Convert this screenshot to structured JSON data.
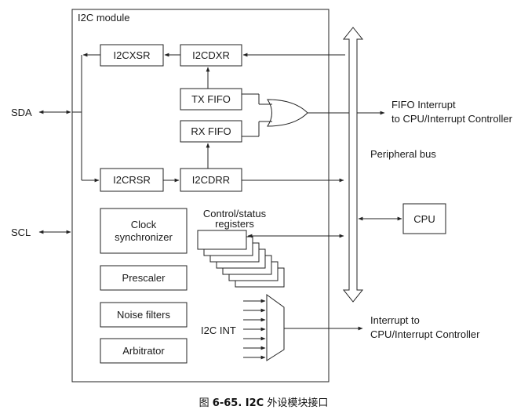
{
  "module": {
    "title": "I2C module"
  },
  "pins": {
    "sda": "SDA",
    "scl": "SCL"
  },
  "blocks": {
    "i2cxsr": "I2CXSR",
    "i2cdxr": "I2CDXR",
    "tx_fifo": "TX FIFO",
    "rx_fifo": "RX FIFO",
    "i2crsr": "I2CRSR",
    "i2cdrr": "I2CDRR",
    "clock_sync_line1": "Clock",
    "clock_sync_line2": "synchronizer",
    "prescaler": "Prescaler",
    "noise_filters": "Noise filters",
    "arbitrator": "Arbitrator",
    "control_status_line1": "Control/status",
    "control_status_line2": "registers",
    "i2c_int": "I2C INT",
    "cpu": "CPU"
  },
  "labels": {
    "fifo_interrupt_line1": "FIFO Interrupt",
    "fifo_interrupt_line2": "to CPU/Interrupt Controller",
    "peripheral_bus": "Peripheral bus",
    "interrupt_line1": "Interrupt to",
    "interrupt_line2": "CPU/Interrupt Controller"
  },
  "caption": {
    "prefix": "图 ",
    "number": "6-65. I2C",
    "text": " 外设模块接口"
  }
}
